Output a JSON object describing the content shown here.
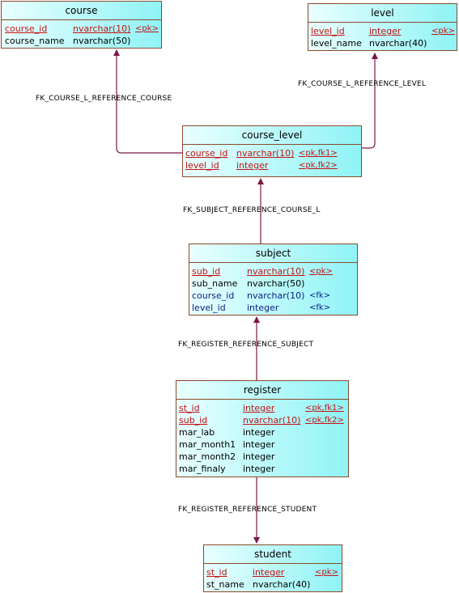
{
  "entities": {
    "course": {
      "name": "course",
      "attributes": [
        {
          "name": "course_id",
          "type": "nvarchar(10)",
          "flag": "<pk>",
          "kind": "pk"
        },
        {
          "name": "course_name",
          "type": "nvarchar(50)",
          "flag": "",
          "kind": "plain"
        }
      ]
    },
    "level": {
      "name": "level",
      "attributes": [
        {
          "name": "level_id",
          "type": "integer",
          "flag": "<pk>",
          "kind": "pk"
        },
        {
          "name": "level_name",
          "type": "nvarchar(40)",
          "flag": "",
          "kind": "plain"
        }
      ]
    },
    "course_level": {
      "name": "course_level",
      "attributes": [
        {
          "name": "course_id",
          "type": "nvarchar(10)",
          "flag": "<pk,fk1>",
          "kind": "pk"
        },
        {
          "name": "level_id",
          "type": "integer",
          "flag": "<pk,fk2>",
          "kind": "pk"
        }
      ]
    },
    "subject": {
      "name": "subject",
      "attributes": [
        {
          "name": "sub_id",
          "type": "nvarchar(10)",
          "flag": "<pk>",
          "kind": "pk"
        },
        {
          "name": "sub_name",
          "type": "nvarchar(50)",
          "flag": "",
          "kind": "plain"
        },
        {
          "name": "course_id",
          "type": "nvarchar(10)",
          "flag": "<fk>",
          "kind": "fk"
        },
        {
          "name": "level_id",
          "type": "integer",
          "flag": "<fk>",
          "kind": "fk"
        }
      ]
    },
    "register": {
      "name": "register",
      "attributes": [
        {
          "name": "st_id",
          "type": "integer",
          "flag": "<pk,fk1>",
          "kind": "pk"
        },
        {
          "name": "sub_id",
          "type": "nvarchar(10)",
          "flag": "<pk,fk2>",
          "kind": "pk"
        },
        {
          "name": "mar_lab",
          "type": "integer",
          "flag": "",
          "kind": "plain"
        },
        {
          "name": "mar_month1",
          "type": "integer",
          "flag": "",
          "kind": "plain"
        },
        {
          "name": "mar_month2",
          "type": "integer",
          "flag": "",
          "kind": "plain"
        },
        {
          "name": "mar_finaly",
          "type": "integer",
          "flag": "",
          "kind": "plain"
        }
      ]
    },
    "student": {
      "name": "student",
      "attributes": [
        {
          "name": "st_id",
          "type": "integer",
          "flag": "<pk>",
          "kind": "pk"
        },
        {
          "name": "st_name",
          "type": "nvarchar(40)",
          "flag": "",
          "kind": "plain"
        }
      ]
    }
  },
  "relationships": {
    "course_l_course": {
      "label": "FK_COURSE_L_REFERENCE_COURSE",
      "from": "course_level",
      "to": "course"
    },
    "course_l_level": {
      "label": "FK_COURSE_L_REFERENCE_LEVEL",
      "from": "course_level",
      "to": "level"
    },
    "subject_course_l": {
      "label": "FK_SUBJECT_REFERENCE_COURSE_L",
      "from": "subject",
      "to": "course_level"
    },
    "register_subject": {
      "label": "FK_REGISTER_REFERENCE_SUBJECT",
      "from": "register",
      "to": "subject"
    },
    "register_student": {
      "label": "FK_REGISTER_REFERENCE_STUDENT",
      "from": "register",
      "to": "student"
    }
  },
  "colors": {
    "entity_border": "#8b4a2b",
    "entity_fill_left": "#e9ffff",
    "entity_fill_right": "#8ff3f5",
    "primary_key_text": "#c41212",
    "foreign_key_text": "#0b1e86",
    "relationship_line": "#7a1748"
  }
}
